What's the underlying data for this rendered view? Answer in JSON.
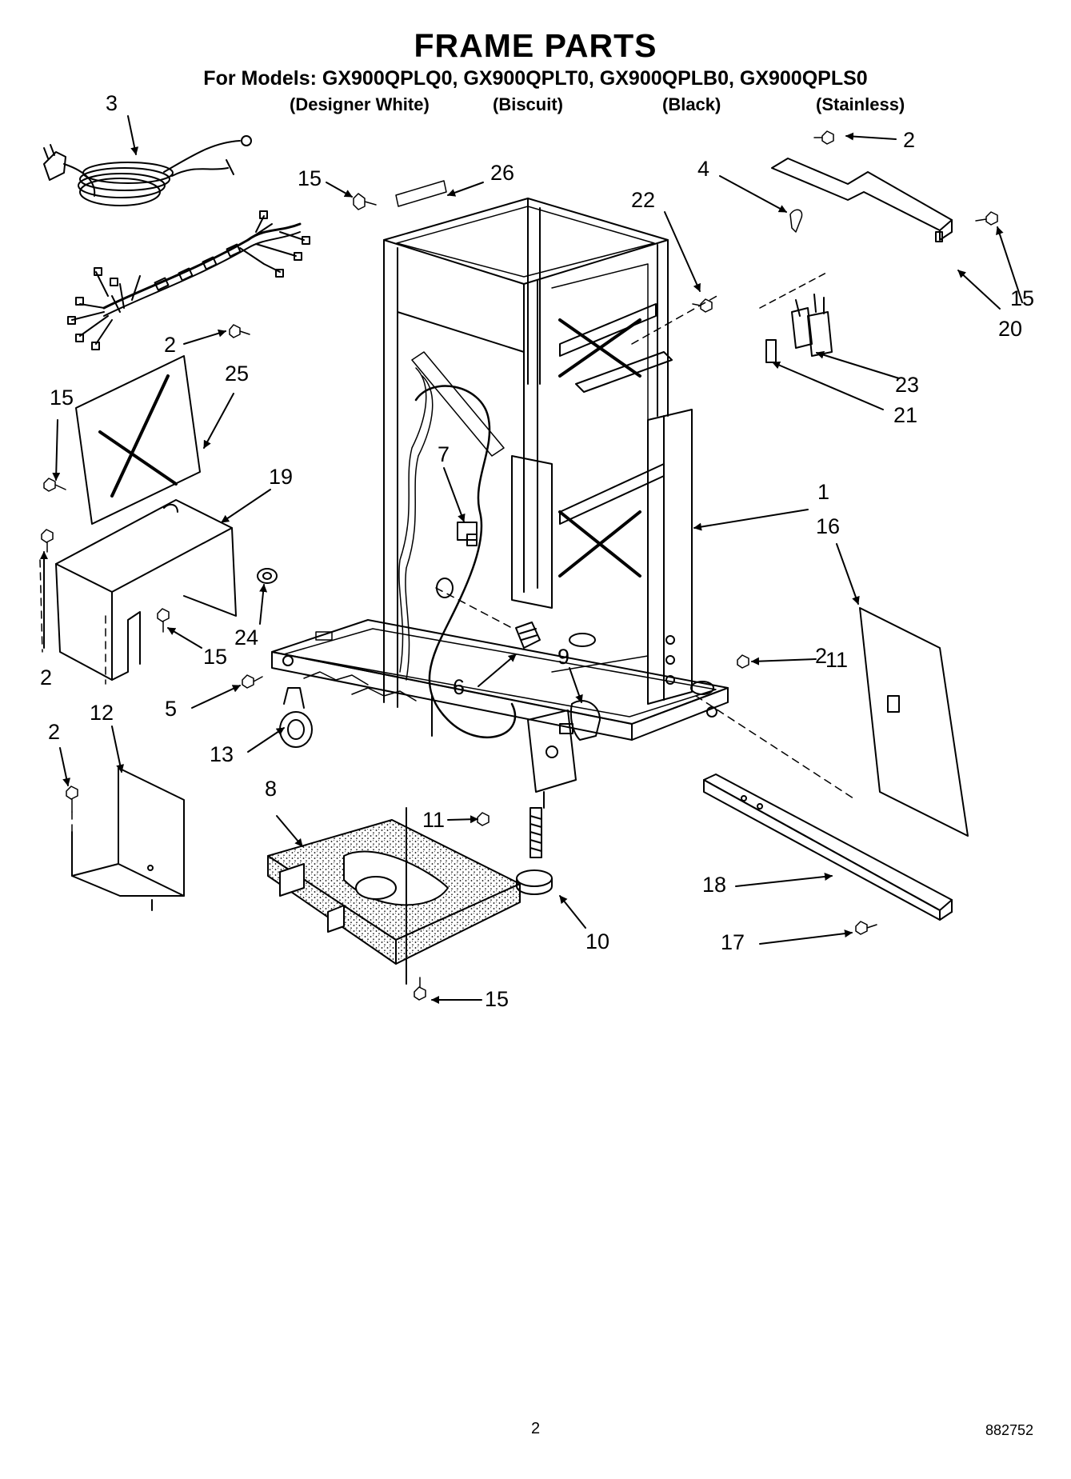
{
  "title": "FRAME PARTS",
  "subtitle": "For Models: GX900QPLQ0, GX900QPLT0, GX900QPLB0, GX900QPLS0",
  "variants": [
    "(Designer White)",
    "(Biscuit)",
    "(Black)",
    "(Stainless)"
  ],
  "callouts": [
    "3",
    "15",
    "26",
    "4",
    "2",
    "22",
    "15",
    "20",
    "2",
    "25",
    "15",
    "23",
    "21",
    "7",
    "19",
    "1",
    "16",
    "2",
    "24",
    "15",
    "11",
    "2",
    "12",
    "5",
    "6",
    "9",
    "2",
    "13",
    "8",
    "11",
    "10",
    "18",
    "17",
    "15"
  ],
  "footer": {
    "page": "2",
    "doc_number": "882752"
  }
}
